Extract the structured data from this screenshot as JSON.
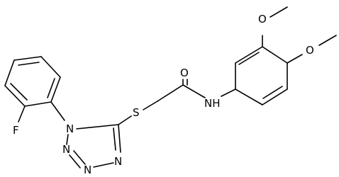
{
  "diagram": {
    "type": "chemical-structure",
    "atoms": {
      "oxygen_carbonyl": "O",
      "sulfur": "S",
      "nitrogen_amide": "NH",
      "oxygen_methoxy_3": "O",
      "oxygen_methoxy_4": "O",
      "fluorine": "F",
      "tetrazole_n1": "N",
      "tetrazole_n2": "N",
      "tetrazole_n3": "N",
      "tetrazole_n4": "N"
    },
    "colors": {
      "bond": "#000000",
      "background": "#ffffff"
    }
  }
}
